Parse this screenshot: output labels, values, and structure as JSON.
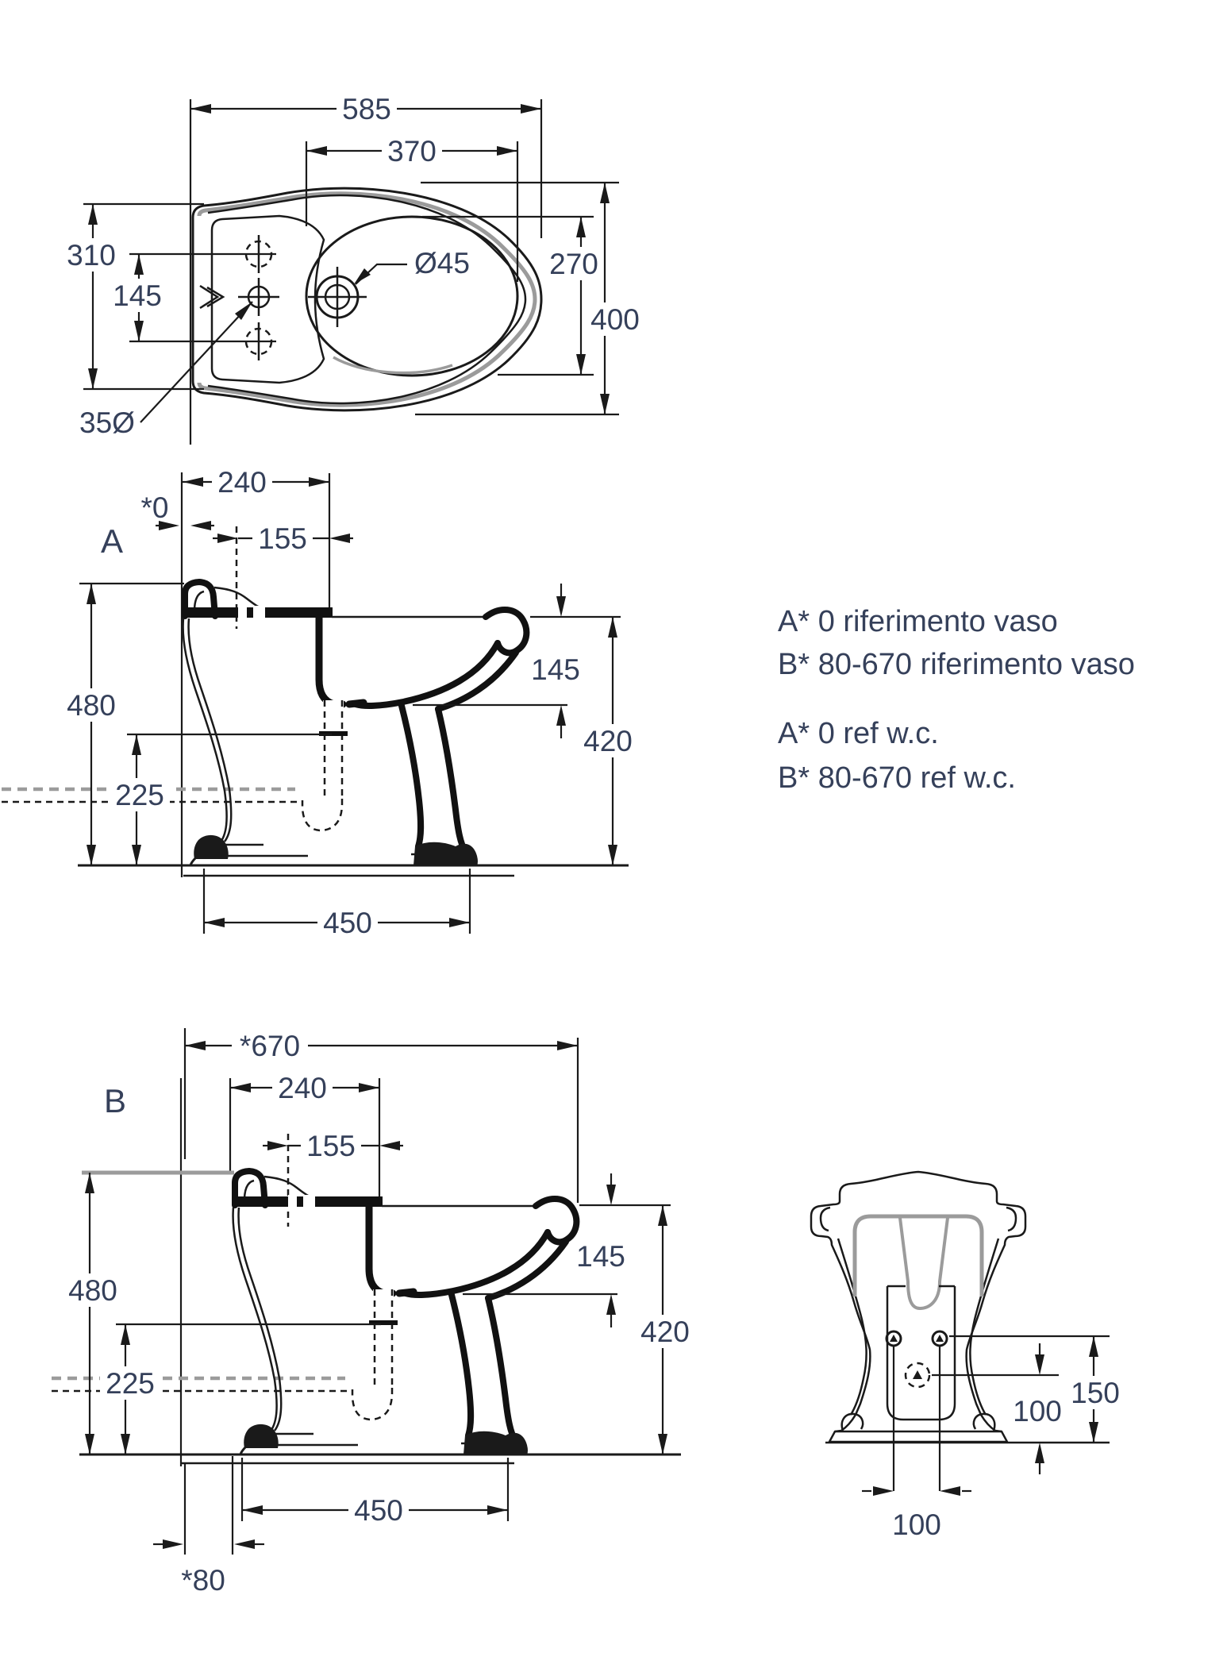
{
  "colors": {
    "line": "#1a1a1a",
    "dimension_text": "#35405a",
    "gray_accent": "#9b9b9b",
    "background": "#ffffff"
  },
  "views": {
    "top": {
      "dims": {
        "overall_width": "585",
        "bowl_width": "370",
        "left_height": "310",
        "hole_spacing": "145",
        "bowl_height": "270",
        "overall_depth": "400",
        "drain_hole": "Ø45",
        "tap_hole": "35Ø"
      }
    },
    "side_a": {
      "label": "A",
      "dims": {
        "wall_offset": "*0",
        "rear_to_drain": "240",
        "tap_to_drain": "155",
        "height": "480",
        "outlet_height": "225",
        "rim_depth": "145",
        "rim_height": "420",
        "base_length": "450"
      }
    },
    "side_b": {
      "label": "B",
      "dims": {
        "overall_length": "*670",
        "rear_to_drain": "240",
        "tap_to_drain": "155",
        "height": "480",
        "outlet_height": "225",
        "rim_depth": "145",
        "rim_height": "420",
        "base_length": "450",
        "wall_offset": "*80"
      }
    },
    "rear": {
      "dims": {
        "hole_height": "150",
        "outlet_center_height": "100",
        "hole_spacing": "100"
      }
    }
  },
  "notes": {
    "line1": "A* 0 riferimento vaso",
    "line2": "B* 80-670 riferimento vaso",
    "line3": "A* 0  ref w.c.",
    "line4": "B* 80-670 ref w.c."
  }
}
